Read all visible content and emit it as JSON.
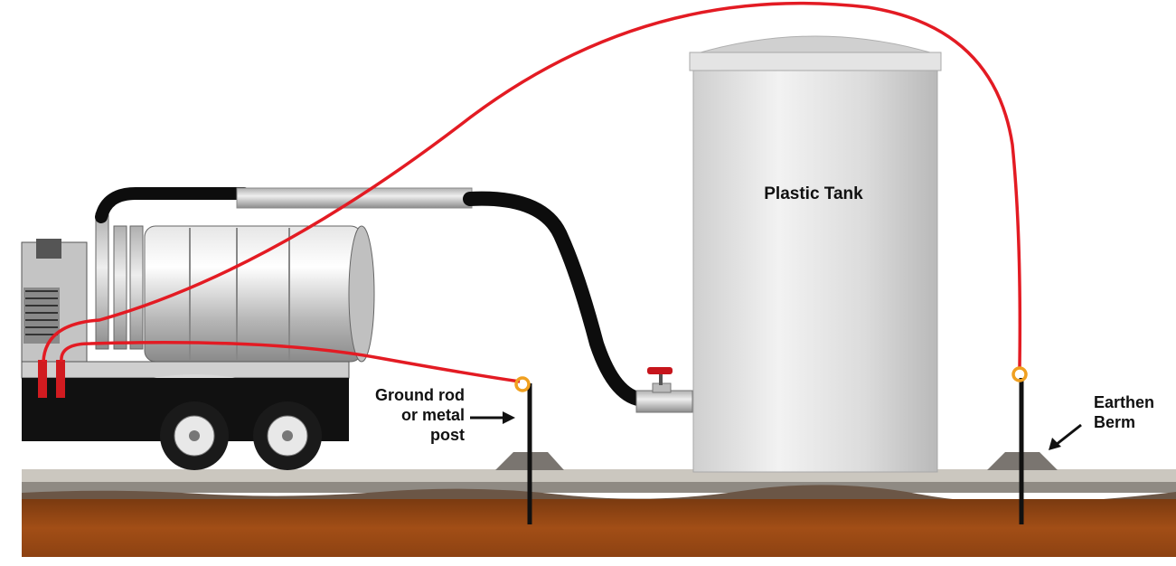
{
  "labels": {
    "tank": "Plastic Tank",
    "ground_rod_line1": "Ground rod",
    "ground_rod_line2": "or metal",
    "ground_rod_line3": "post",
    "berm_line1": "Earthen",
    "berm_line2": "Berm"
  },
  "colors": {
    "ground_wire": "#e31b23",
    "ground_soil": "#9a4a14",
    "surface": "#c9c5bd",
    "hose": "#0d0d0d",
    "tank_body": "#d6d6d6",
    "clamp": "#f0a020"
  }
}
